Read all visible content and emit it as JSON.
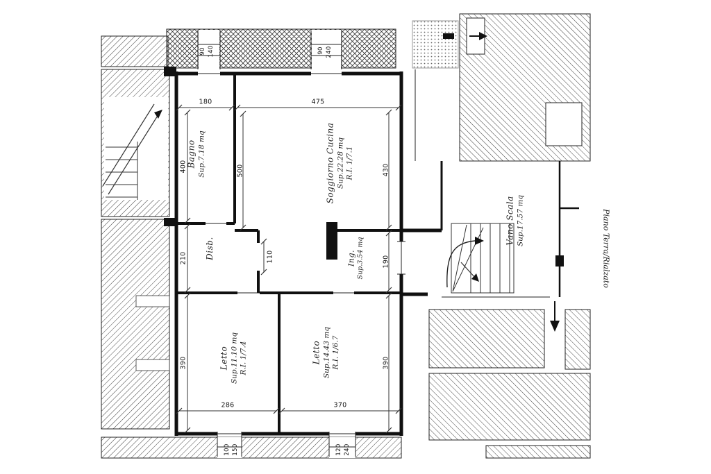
{
  "title": "Piano Terra/Rialzato",
  "rooms": {
    "bagno": {
      "name": "Bagno",
      "area": "Sup.7.18 mq"
    },
    "soggiorno_cucina": {
      "name": "Soggiorno Cucina",
      "area": "Sup.22.28 mq",
      "ratio": "R.I. 1/7.1"
    },
    "disimpegno": {
      "name": "Disb."
    },
    "ingresso": {
      "name": "Ing.",
      "area": "Sup.3.54 mq"
    },
    "letto_1": {
      "name": "Letto",
      "area": "Sup.11.10 mq",
      "ratio": "R.I. 1/7.4"
    },
    "letto_2": {
      "name": "Letto",
      "area": "Sup.14.43 mq",
      "ratio": "R.I. 1/6.7"
    },
    "vano_scala": {
      "name": "Vano Scala",
      "area": "Sup.17.57 mq"
    }
  },
  "dimensions": {
    "bagno_width": "180",
    "soggiorno_width": "475",
    "bagno_height": "400",
    "soggiorno_height_left": "500",
    "soggiorno_height_right": "430",
    "disb_height": "210",
    "ing_height": "190",
    "letto1_height": "390",
    "letto2_height": "390",
    "disb_door": "110",
    "letto1_width": "286",
    "letto2_width": "370",
    "window_bagno_w": "90",
    "window_bagno_h": "140",
    "door_soggiorno_w": "90",
    "door_soggiorno_h": "240",
    "window_letto1_w": "100",
    "window_letto1_h": "150",
    "door_letto2_w": "120",
    "door_letto2_h": "240"
  }
}
